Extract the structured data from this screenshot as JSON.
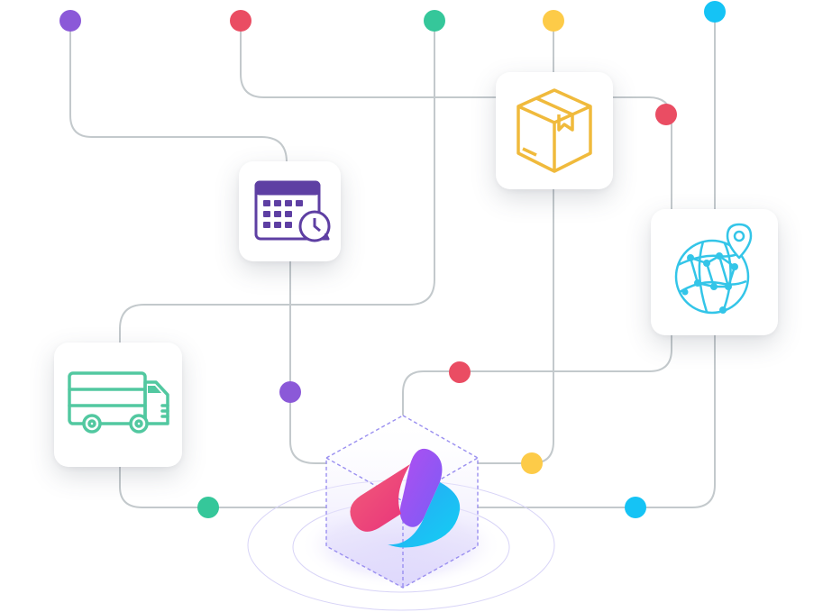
{
  "colors": {
    "line": "#c3c9cc",
    "purple": "#8b59d8",
    "red": "#ea4d63",
    "teal": "#35c79a",
    "yellow": "#fdcb48",
    "blue": "#15c3f5",
    "calendar": "#5e3fa3",
    "box": "#f0ba3c",
    "truck": "#52c8a0",
    "globe": "#33c5e8",
    "hex_stroke": "#9a8ff0",
    "logo_magenta": "#ef4477",
    "logo_violet": "#8c4ff2",
    "logo_cyan": "#17c2f4",
    "ring": "#d8d4f7"
  },
  "nodes": [
    {
      "name": "calendar-schedule-icon",
      "color_key": "calendar"
    },
    {
      "name": "package-box-icon",
      "color_key": "box"
    },
    {
      "name": "delivery-truck-icon",
      "color_key": "truck"
    },
    {
      "name": "globe-location-icon",
      "color_key": "globe"
    },
    {
      "name": "hub-logo-icon",
      "color_key": "logo_violet"
    }
  ],
  "connector_dots": [
    {
      "name": "dot-top-purple",
      "color_key": "purple"
    },
    {
      "name": "dot-top-red",
      "color_key": "red"
    },
    {
      "name": "dot-top-teal",
      "color_key": "teal"
    },
    {
      "name": "dot-top-yellow",
      "color_key": "yellow"
    },
    {
      "name": "dot-top-blue",
      "color_key": "blue"
    },
    {
      "name": "dot-right-red",
      "color_key": "red"
    },
    {
      "name": "dot-middle-red",
      "color_key": "red"
    },
    {
      "name": "dot-middle-purple",
      "color_key": "purple"
    },
    {
      "name": "dot-bottom-yellow",
      "color_key": "yellow"
    },
    {
      "name": "dot-bottom-teal",
      "color_key": "teal"
    },
    {
      "name": "dot-bottom-blue",
      "color_key": "blue"
    }
  ]
}
